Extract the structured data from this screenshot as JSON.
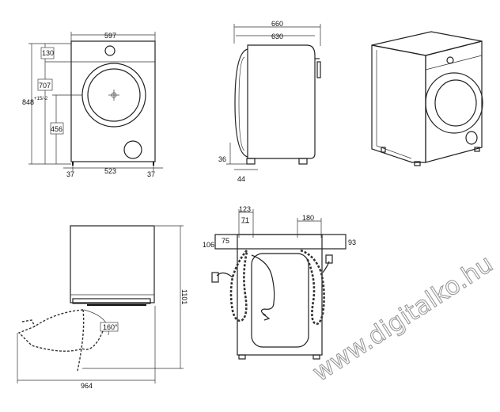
{
  "front_view": {
    "width_total": "597",
    "height_top_offset": "130",
    "height_total_a": "848",
    "height_total_fraction": "+15/-2",
    "height_door_center": "707",
    "height_door_bottom": "456",
    "feet_offset_left": "37",
    "feet_span": "523",
    "feet_offset_right": "37"
  },
  "side_view": {
    "depth_total": "660",
    "depth_body": "630",
    "foot_height": "36",
    "foot_inset": "44"
  },
  "top_open_view": {
    "height_door_open": "1101",
    "door_angle": "160°",
    "depth_door_open": "964"
  },
  "rear_view": {
    "hose_spacing": "123",
    "hose_inlet_offset": "71",
    "hose_right_offset": "180",
    "left_height": "106",
    "left_inner_height": "75",
    "right_height": "93"
  },
  "watermark": "www.digitalko.hu"
}
